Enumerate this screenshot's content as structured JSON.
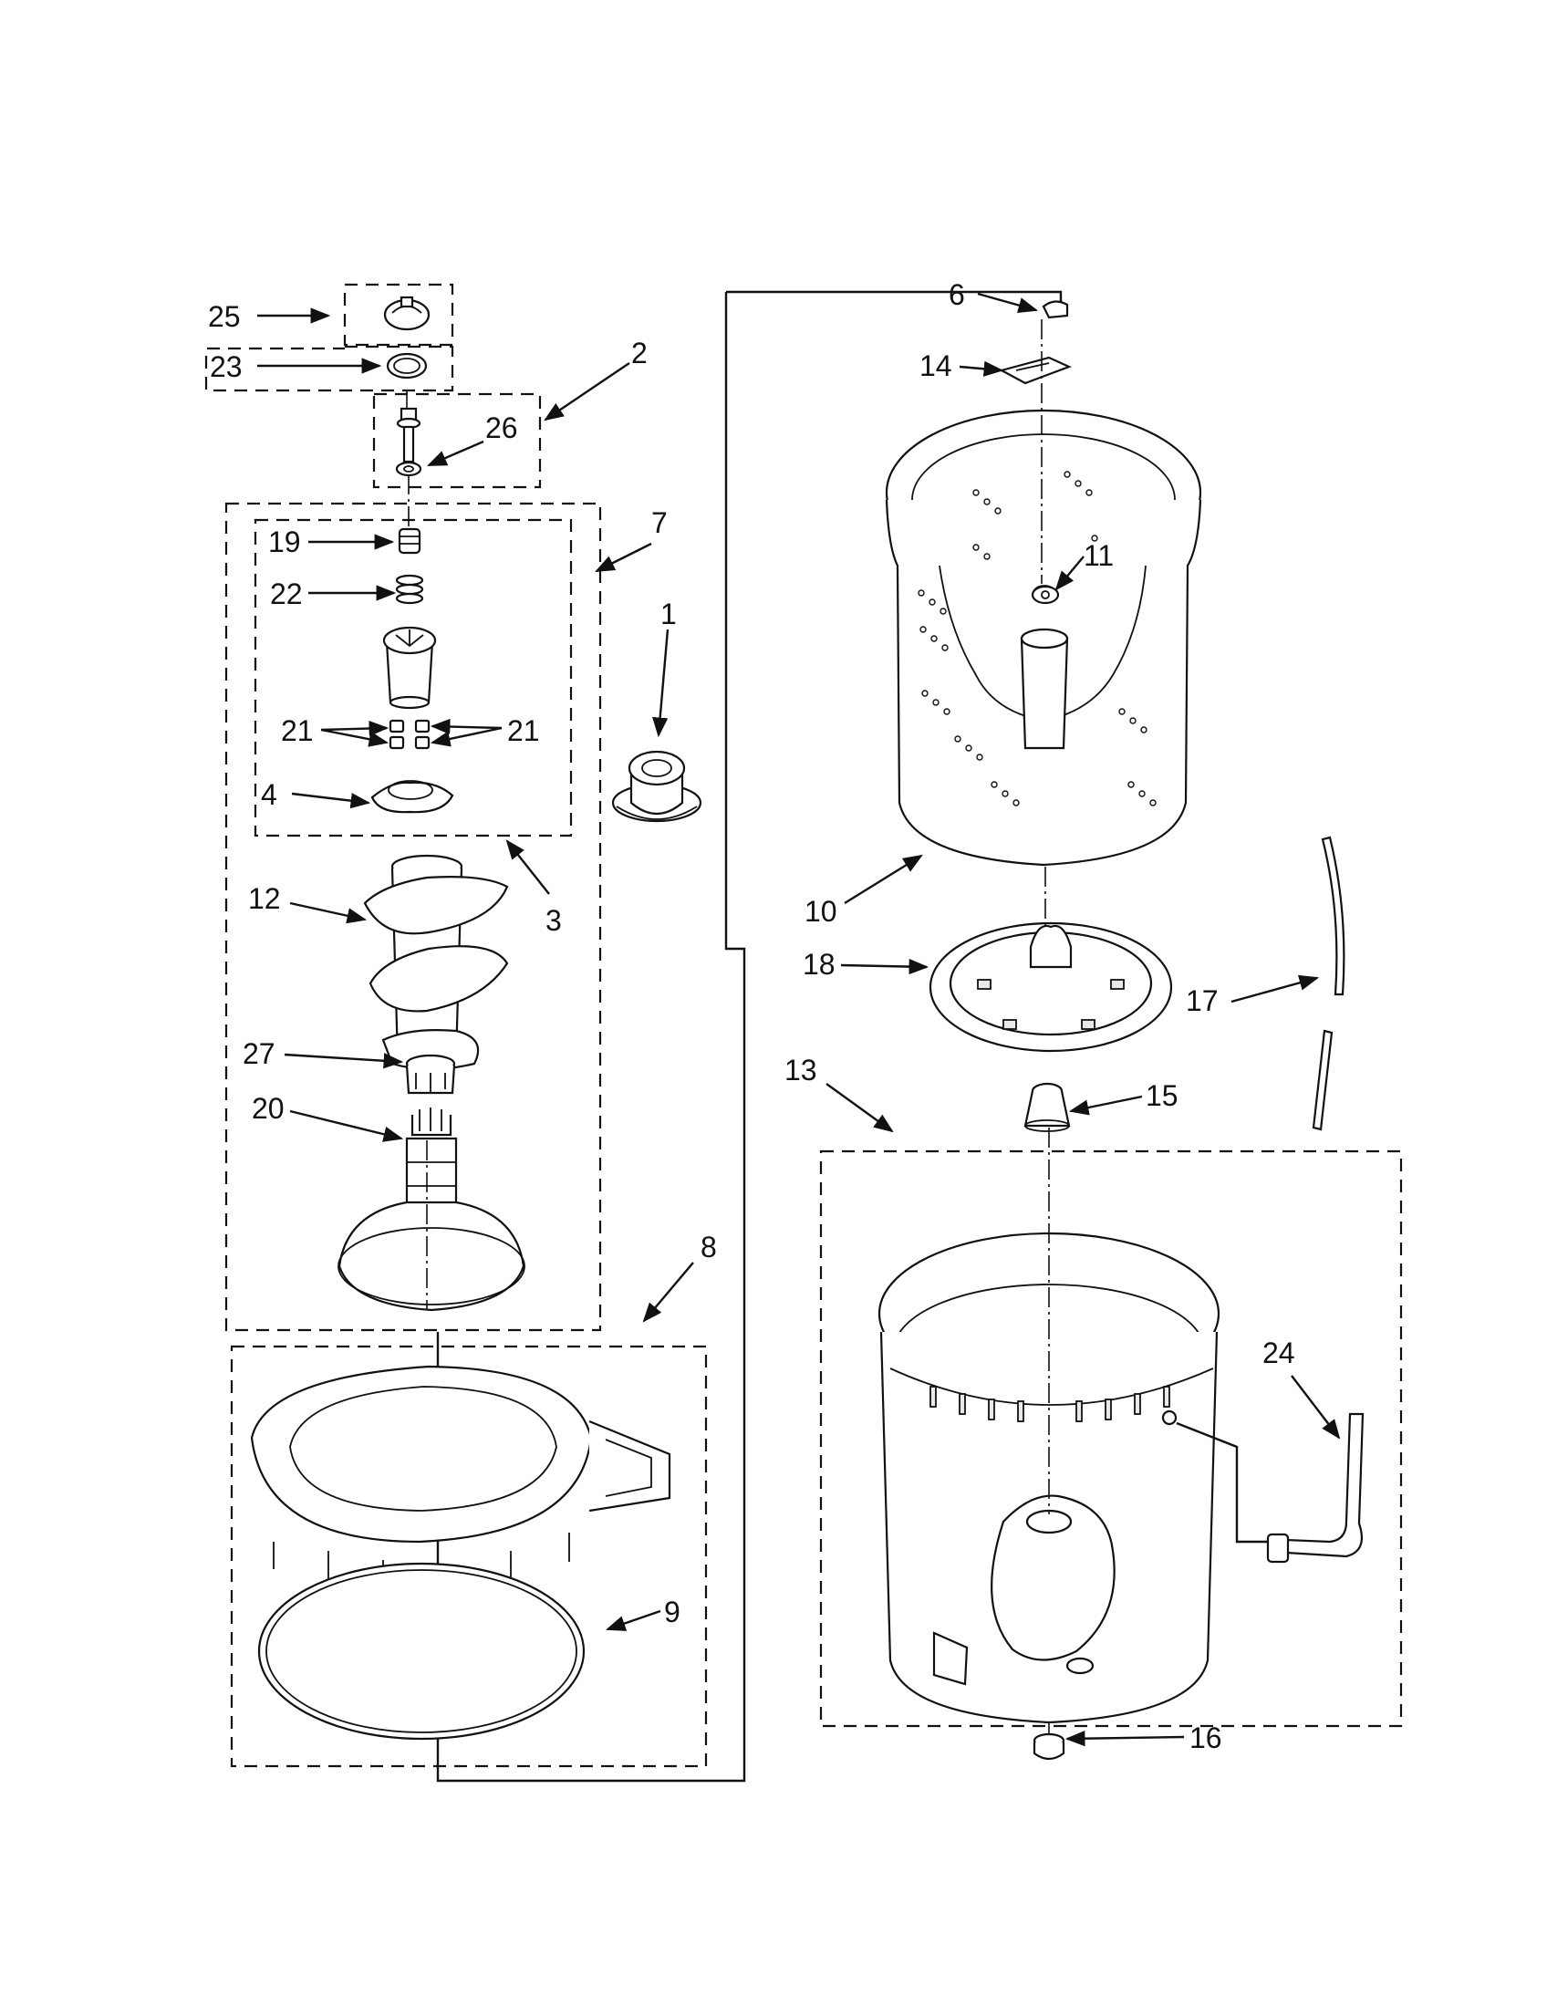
{
  "diagram": {
    "callouts": [
      {
        "id": "c25",
        "text": "25"
      },
      {
        "id": "c23",
        "text": "23"
      },
      {
        "id": "c2",
        "text": "2"
      },
      {
        "id": "c26",
        "text": "26"
      },
      {
        "id": "c19",
        "text": "19"
      },
      {
        "id": "c7",
        "text": "7"
      },
      {
        "id": "c22",
        "text": "22"
      },
      {
        "id": "c1",
        "text": "1"
      },
      {
        "id": "c21a",
        "text": "21"
      },
      {
        "id": "c21b",
        "text": "21"
      },
      {
        "id": "c4",
        "text": "4"
      },
      {
        "id": "c3",
        "text": "3"
      },
      {
        "id": "c12",
        "text": "12"
      },
      {
        "id": "c27",
        "text": "27"
      },
      {
        "id": "c20",
        "text": "20"
      },
      {
        "id": "c8",
        "text": "8"
      },
      {
        "id": "c9",
        "text": "9"
      },
      {
        "id": "c6",
        "text": "6"
      },
      {
        "id": "c14",
        "text": "14"
      },
      {
        "id": "c11",
        "text": "11"
      },
      {
        "id": "c10",
        "text": "10"
      },
      {
        "id": "c18",
        "text": "18"
      },
      {
        "id": "c17",
        "text": "17"
      },
      {
        "id": "c13",
        "text": "13"
      },
      {
        "id": "c15",
        "text": "15"
      },
      {
        "id": "c24",
        "text": "24"
      },
      {
        "id": "c16",
        "text": "16"
      }
    ]
  }
}
